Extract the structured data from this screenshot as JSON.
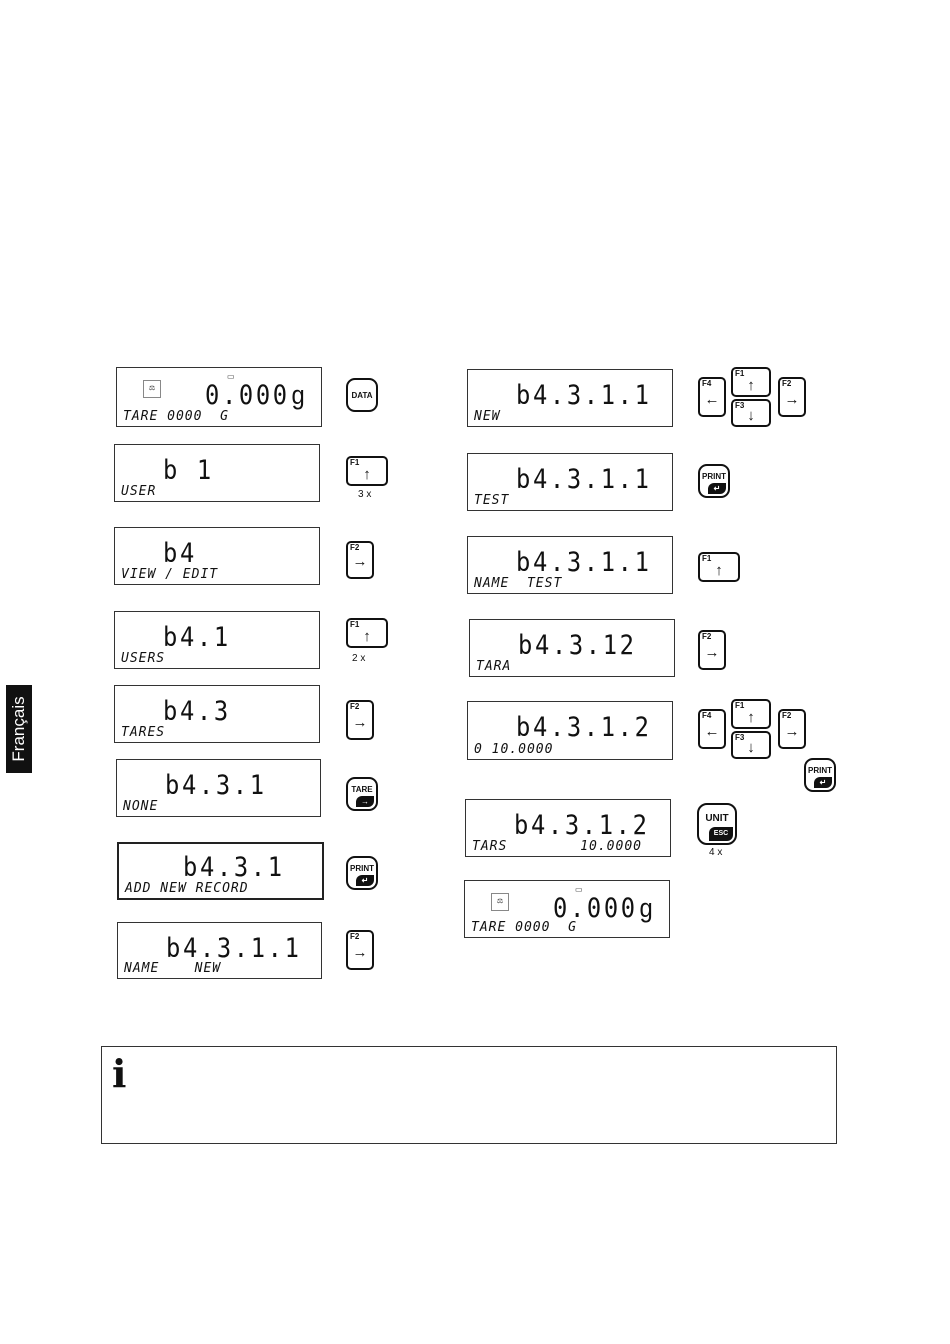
{
  "side_tab": "Français",
  "left_column": [
    {
      "main": "0.000",
      "unit": "g",
      "sub": "TARE 0000  G",
      "scale_icon": "balance-icon",
      "key": {
        "type": "round",
        "label": "DATA"
      }
    },
    {
      "main": "b 1",
      "sub": "USER",
      "key": {
        "type": "fkey",
        "fn": "F1",
        "arrow": "↑",
        "count": "3 x"
      }
    },
    {
      "main": "b4",
      "sub": "VIEW / EDIT",
      "key": {
        "type": "fkey",
        "fn": "F2",
        "arrow": "→"
      }
    },
    {
      "main": "b4.1",
      "sub": "USERS",
      "key": {
        "type": "fkey",
        "fn": "F1",
        "arrow": "↑",
        "count": "2 x"
      }
    },
    {
      "main": "b4.3",
      "sub": "TARES",
      "key": {
        "type": "fkey",
        "fn": "F2",
        "arrow": "→"
      }
    },
    {
      "main": "b4.3.1",
      "sub": "NONE",
      "key": {
        "type": "round",
        "label": "TARE",
        "glyph": "→"
      }
    },
    {
      "main": "b4.3.1",
      "sub": "ADD NEW RECORD",
      "key": {
        "type": "round",
        "label": "PRINT",
        "glyph": "↵"
      }
    },
    {
      "main": "b4.3.1.1",
      "sub": "NAME    NEW",
      "key": {
        "type": "fkey",
        "fn": "F2",
        "arrow": "→"
      }
    }
  ],
  "right_column": [
    {
      "main": "b4.3.1.1",
      "sub": "NEW",
      "keys": "nav"
    },
    {
      "main": "b4.3.1.1",
      "sub": "TEST",
      "key": {
        "type": "round",
        "label": "PRINT",
        "glyph": "↵"
      }
    },
    {
      "main": "b4.3.1.1",
      "sub": "NAME  TEST",
      "key": {
        "type": "fkey",
        "fn": "F1",
        "arrow": "↑"
      }
    },
    {
      "main": "b4.3.12",
      "sub": "TARA",
      "key": {
        "type": "fkey",
        "fn": "F2",
        "arrow": "→"
      }
    },
    {
      "main": "b4.3.1.2",
      "sub": "0 10.0000",
      "keys": "nav+print"
    },
    {
      "main": "b4.3.1.2",
      "sub": "TARS",
      "sub_right": "10.0000",
      "key": {
        "type": "unit",
        "label": "UNIT",
        "glyph": "ESC",
        "count": "4 x"
      }
    },
    {
      "main": "0.000",
      "unit": "g",
      "sub": "TARE 0000  G",
      "scale_icon": "balance-icon"
    }
  ],
  "nav_keys": {
    "left": {
      "fn": "F4",
      "arrow": "←"
    },
    "up": {
      "fn": "F1",
      "arrow": "↑"
    },
    "down": {
      "fn": "F3",
      "arrow": "↓"
    },
    "right": {
      "fn": "F2",
      "arrow": "→"
    }
  },
  "note_icon": "i"
}
